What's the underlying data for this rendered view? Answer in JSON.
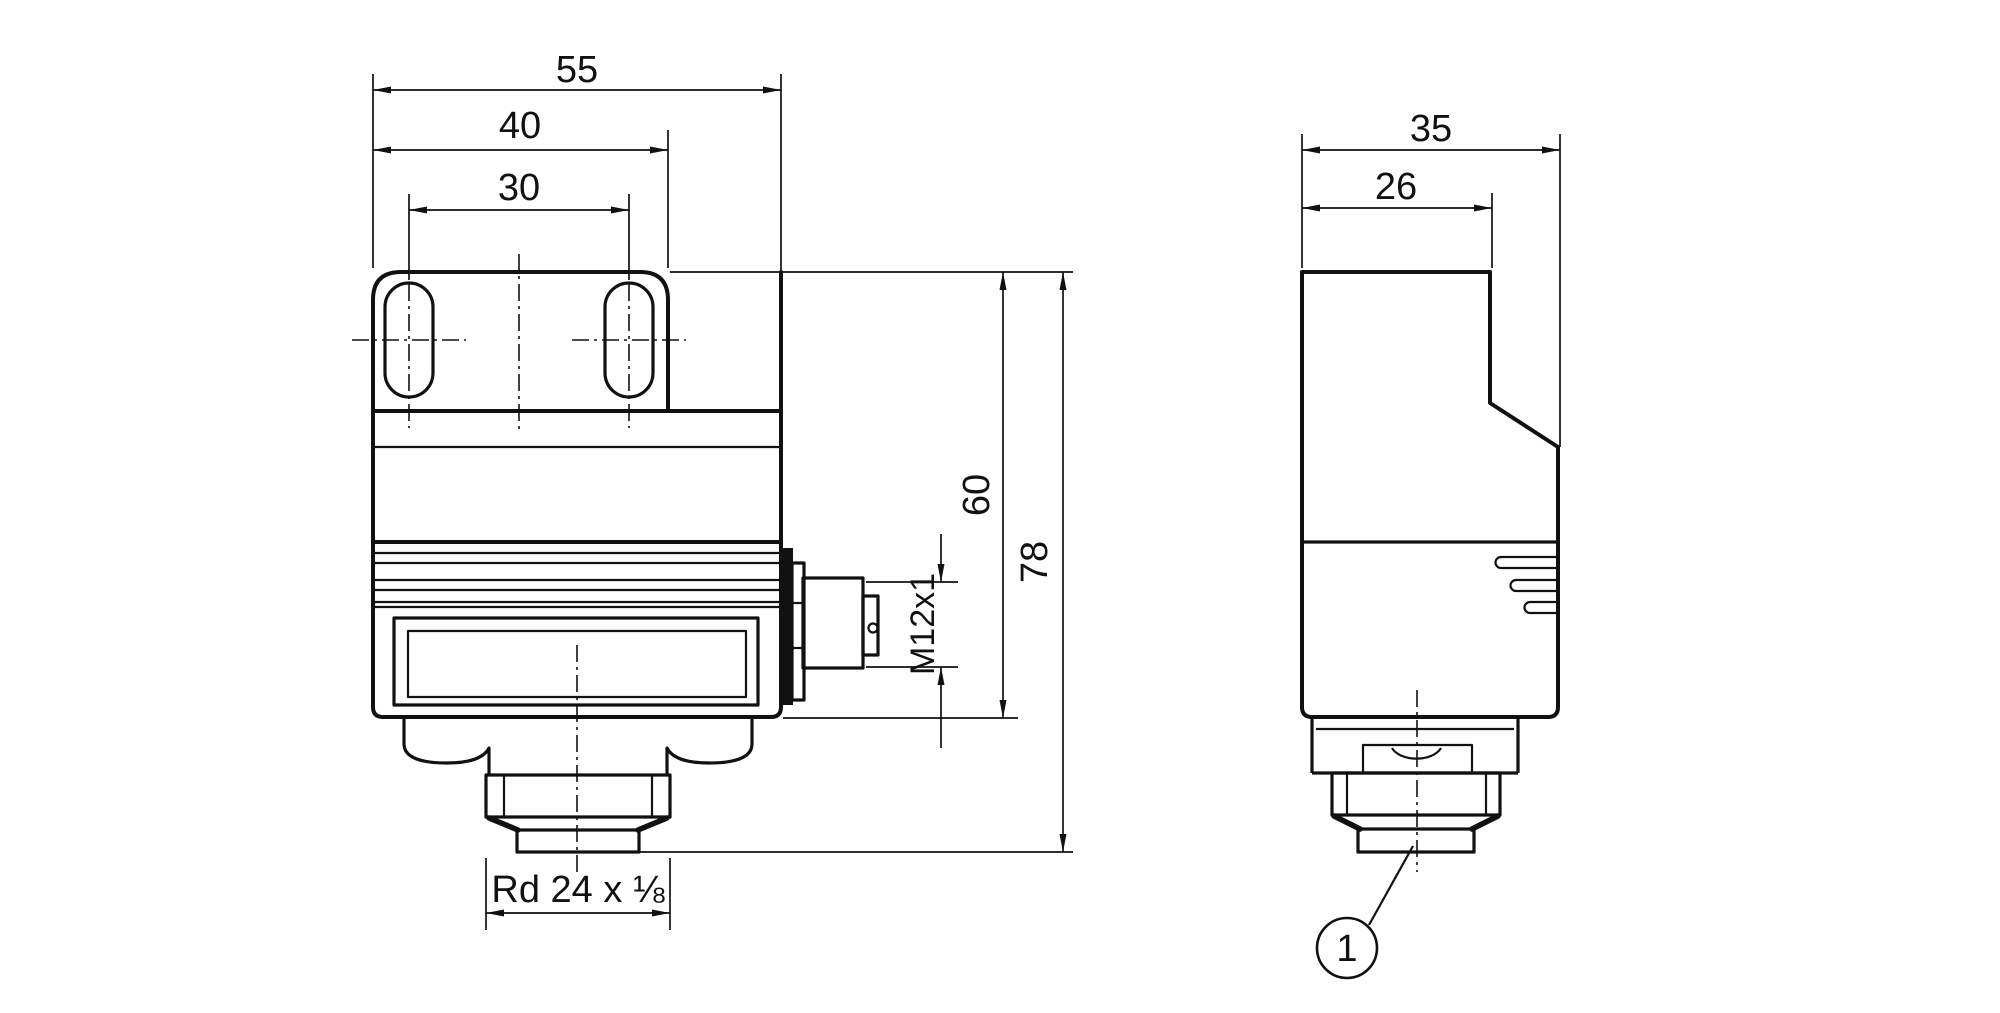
{
  "title": "Dimensional drawing - safety switch with mounting bracket",
  "colors": {
    "line": "#111111",
    "background": "#ffffff"
  },
  "front_view": {
    "dimensions": {
      "overall_width": "55",
      "bracket_width": "40",
      "mounting_hole_spacing": "30",
      "body_height": "60",
      "overall_height": "78"
    },
    "labels": {
      "side_connector_thread": "M12x1",
      "bottom_connector_thread": "Rd 24 x ⅛"
    }
  },
  "side_view": {
    "dimensions": {
      "overall_depth": "35",
      "top_depth": "26"
    },
    "callout_number": "1"
  }
}
